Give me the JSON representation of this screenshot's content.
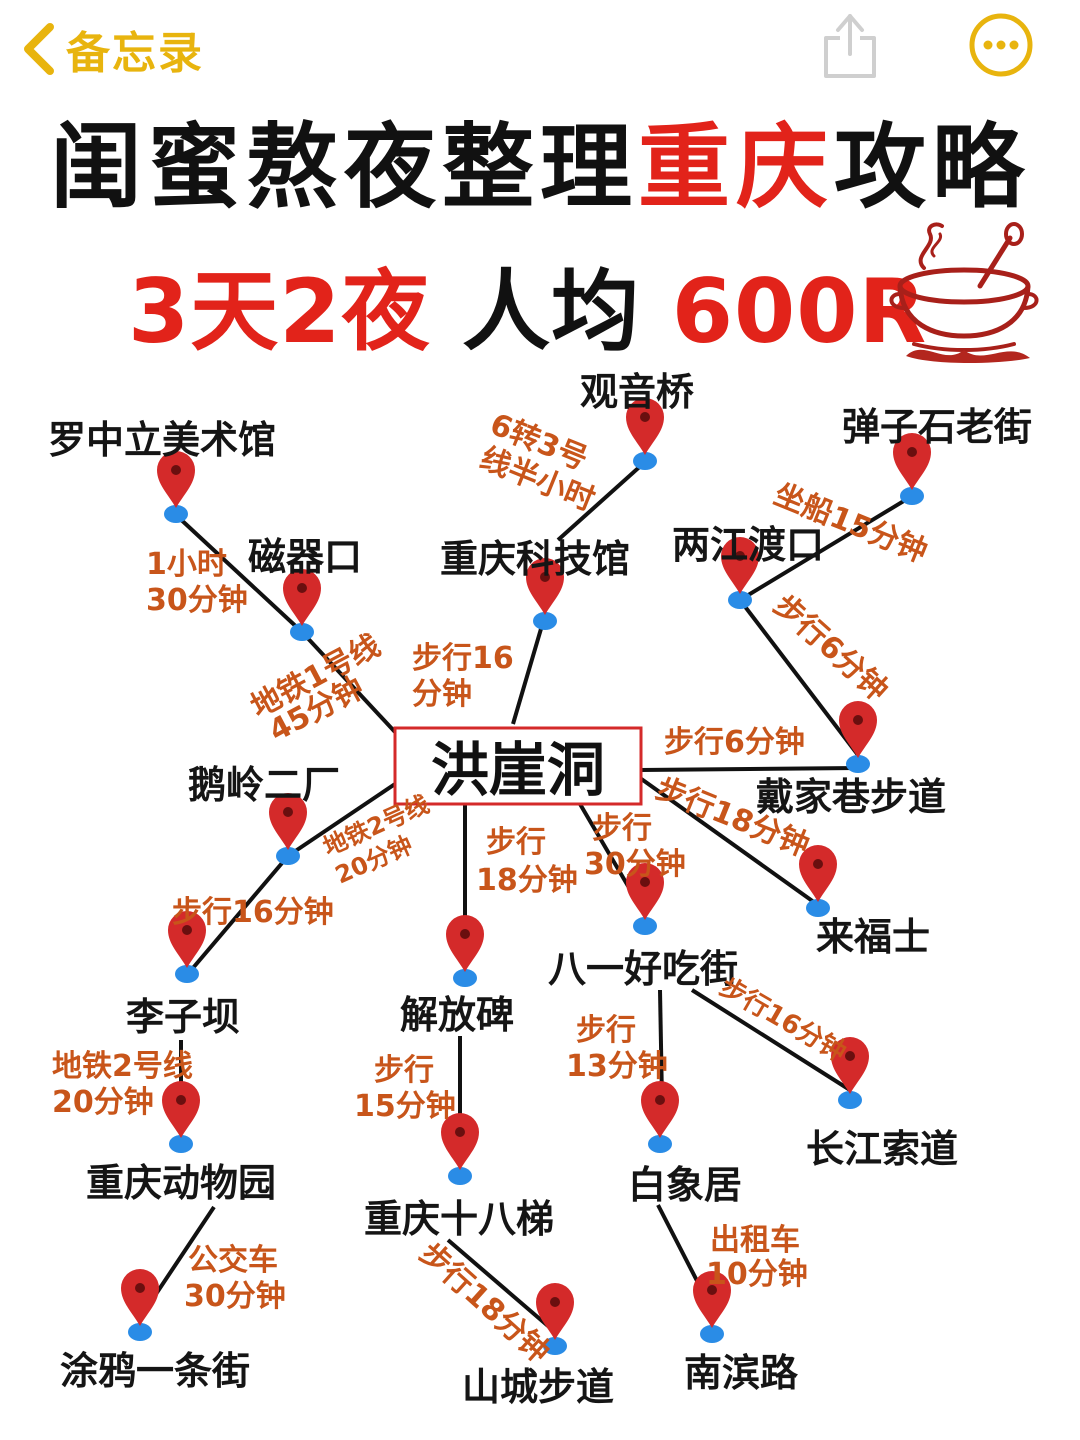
{
  "topbar": {
    "back_label": "备忘录",
    "accent": "#e8b40e"
  },
  "title": {
    "part1": "闺蜜熬夜整理",
    "highlight": "重庆",
    "part2": "攻略"
  },
  "subtitle": {
    "days": "3天2夜",
    "per_person": "人均",
    "budget": "600R"
  },
  "colors": {
    "red": "#e2231a",
    "route": "#c8551a",
    "pin": "#d42a2a",
    "pin_base": "#2a8ce6"
  },
  "hub": {
    "name": "洪崖洞"
  },
  "places": {
    "luozhongli": "罗中立美术馆",
    "ciqikou": "磁器口",
    "guanyinqiao": "观音桥",
    "kejiguan": "重庆科技馆",
    "danzishi": "弹子石老街",
    "liangjiang": "两江渡口",
    "daijiaxiang": "戴家巷步道",
    "eling": "鹅岭二厂",
    "laifushi": "来福士",
    "liziba": "李子坝",
    "jiefangbei": "解放碑",
    "bayi": "八一好吃街",
    "dongwuyuan": "重庆动物园",
    "shibati": "重庆十八梯",
    "baixiangju": "白象居",
    "changjiang": "长江索道",
    "tuya": "涂鸦一条街",
    "shancheng": "山城步道",
    "nanbin": "南滨路"
  },
  "routes": {
    "luo_ci_1": "1小时",
    "luo_ci_2": "30分钟",
    "ci_hub_1": "地铁1号线",
    "ci_hub_2": "45分钟",
    "guan_ke_1": "6转3号",
    "guan_ke_2": "线半小时",
    "ke_hub_1": "步行16",
    "ke_hub_2": "分钟",
    "dan_liang": "坐船15分钟",
    "liang_dai": "步行6分钟",
    "hub_dai": "步行6分钟",
    "hub_lai": "步行18分钟",
    "hub_eling_1": "地铁2号线",
    "hub_eling_2": "20分钟",
    "eling_li": "步行16分钟",
    "hub_jie_1": "步行",
    "hub_jie_2": "18分钟",
    "hub_bayi_1": "步行",
    "hub_bayi_2": "30分钟",
    "bayi_chang": "步行16分钟",
    "li_dong_1": "地铁2号线",
    "li_dong_2": "20分钟",
    "jie_shi_1": "步行",
    "jie_shi_2": "15分钟",
    "bayi_bai_1": "步行",
    "bayi_bai_2": "13分钟",
    "dong_tuya_1": "公交车",
    "dong_tuya_2": "30分钟",
    "shi_shan": "步行18分钟",
    "bai_nan_1": "出租车",
    "bai_nan_2": "10分钟"
  }
}
